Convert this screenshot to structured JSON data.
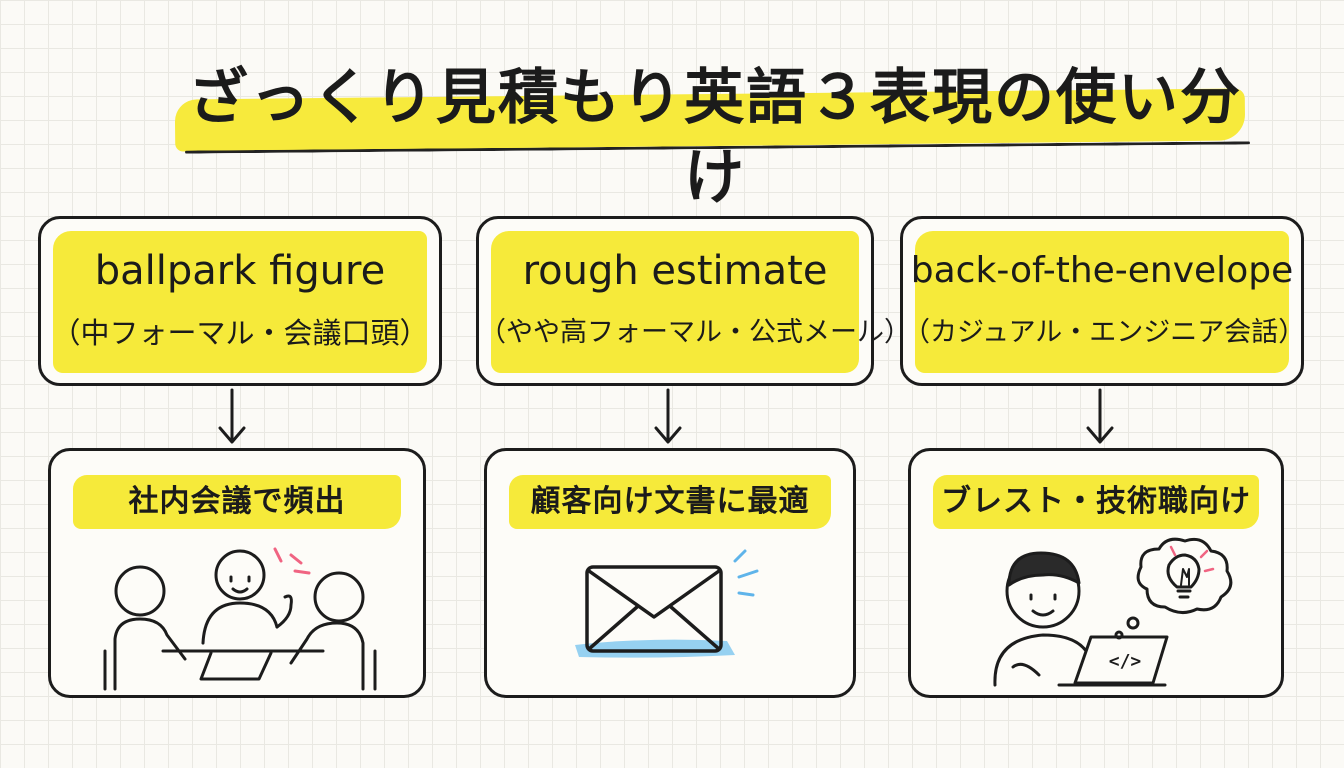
{
  "title": "ざっくり見積もり英語３表現の使い分け",
  "colors": {
    "highlight": "#f6ea3a",
    "ink": "#1c1c1c",
    "accent_pink": "#f06482",
    "accent_blue": "#5fb4ea",
    "background": "#fbfaf6"
  },
  "expressions": [
    {
      "term": "ballpark figure",
      "note": "（中フォーマル・会議口頭）",
      "usage": "社内会議で頻出",
      "icon": "meeting-people-icon"
    },
    {
      "term": "rough estimate",
      "note": "（やや高フォーマル・公式メール）",
      "usage": "顧客向け文書に最適",
      "icon": "envelope-icon"
    },
    {
      "term": "back-of-the-envelope",
      "note": "（カジュアル・エンジニア会話）",
      "usage": "ブレスト・技術職向け",
      "icon": "engineer-laptop-icon",
      "code_symbol": "</>"
    }
  ]
}
